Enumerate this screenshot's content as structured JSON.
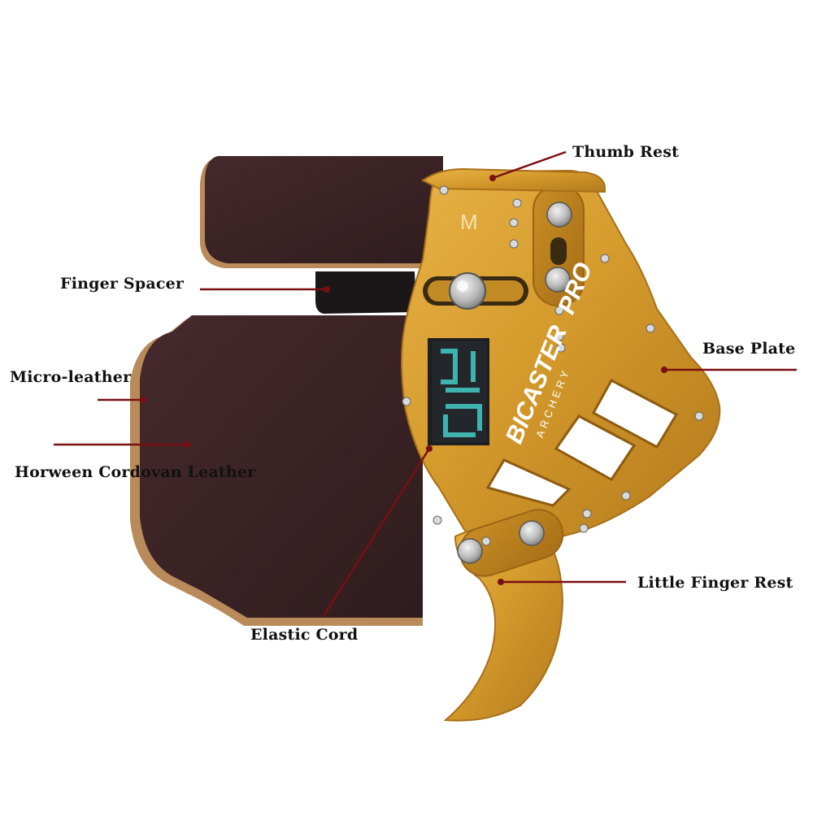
{
  "product": {
    "size_mark": "M",
    "brand": "BICASTER",
    "brand_suffix": "PRO",
    "brand_sub": "ARCHERY",
    "cord_logo": "NST"
  },
  "callouts": {
    "thumb_rest": "Thumb Rest",
    "finger_spacer": "Finger Spacer",
    "micro_leather": "Micro-leather",
    "horween_leather": "Horween Cordovan Leather",
    "base_plate": "Base Plate",
    "little_finger_rest": "Little Finger Rest",
    "elastic_cord": "Elastic Cord"
  },
  "colors": {
    "callout_line": "#7a0f12",
    "plate_gold": "#d49a2c",
    "leather_dark": "#3a2326",
    "leather_edge": "#b98a5a",
    "cord_teal": "#3fb3b0"
  }
}
